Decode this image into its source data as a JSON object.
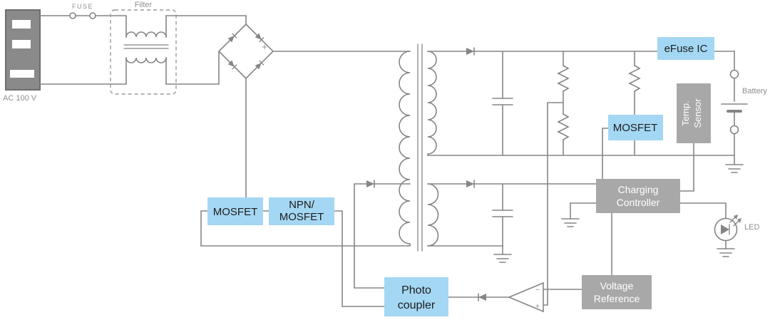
{
  "diagram": {
    "labels": {
      "ac_input": "AC 100 V",
      "fuse": "FUSE",
      "filter": "Filter",
      "battery": "Battery",
      "led": "LED",
      "bridge_plus": "+",
      "comparator_minus": "−",
      "comparator_plus": "+"
    },
    "boxes": {
      "efuse_ic": {
        "label": "eFuse IC"
      },
      "mosfet_secondary": {
        "label": "MOSFET"
      },
      "temp_sensor": {
        "line1": "Temp.",
        "line2": "Sensor"
      },
      "charging_controller": {
        "line1": "Charging",
        "line2": "Controller"
      },
      "mosfet_primary": {
        "label": "MOSFET"
      },
      "npn_mosfet": {
        "line1": "NPN/",
        "line2": "MOSFET"
      },
      "photo_coupler": {
        "line1": "Photo",
        "line2": "coupler"
      },
      "voltage_reference": {
        "line1": "Voltage",
        "line2": "Reference"
      }
    },
    "colors": {
      "wire": "#858585",
      "box_blue": "#a4d7f3",
      "box_gray": "#a8a8a8",
      "box_text_dark": "#1d1d1d",
      "box_text_light": "#ffffff",
      "label_text": "#8f8f8f"
    }
  }
}
